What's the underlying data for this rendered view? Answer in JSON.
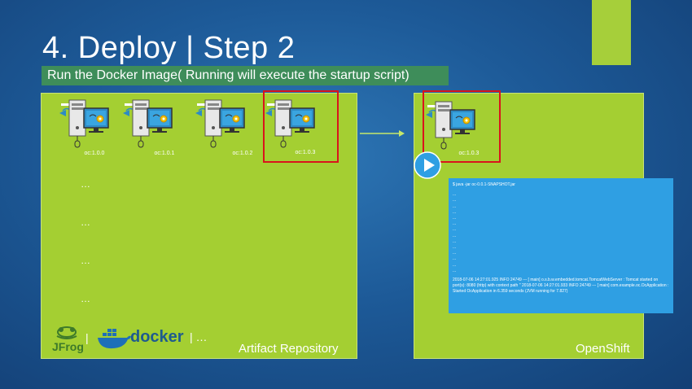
{
  "slide": {
    "title": "4. Deploy | Step 2",
    "subtitle": "Run the Docker Image( Running will execute the startup script)"
  },
  "artifact_repository": {
    "label": "Artifact Repository",
    "servers": [
      {
        "label": "oc:1.0.0",
        "selected": false
      },
      {
        "label": "oc:1.0.1",
        "selected": false
      },
      {
        "label": "oc:1.0.2",
        "selected": false
      },
      {
        "label": "oc:1.0.3",
        "selected": true
      }
    ],
    "ellipsis": [
      "…",
      "…",
      "…",
      "…"
    ],
    "logos": {
      "jfrog_text": "JFrog",
      "docker_text": "docker",
      "separator": "|",
      "more": "| …"
    }
  },
  "openshift": {
    "label": "OpenShift",
    "server": {
      "label": "oc:1.0.3",
      "selected": true
    },
    "console": {
      "command": "$ java -jar oc-0.0.1-SNAPSHOT.jar",
      "log_lines": [
        "...",
        "...",
        "...",
        "...",
        "...",
        "...",
        "...",
        "...",
        "...",
        "...",
        "...",
        "...",
        "...",
        "..."
      ],
      "output": "2018-07-06 14:27:01.925 INFO 24749 --- [          main] o.s.b.w.embedded.tomcat.TomcatWebServer : Tomcat started on port(s): 8080 (http) with context path '' 2018-07-06 14:27:01.933 INFO 24749 --- [          main] com.example.oc.OcApplication            : Started OcApplication in 6.359 seconds (JVM running for 7.827)"
    }
  },
  "colors": {
    "panel_green": "#a4cf32",
    "highlight_red": "#d9141c",
    "console_blue": "#2f9fe3",
    "subtitle_bg": "#3e8d5a",
    "accent": "#a6cf3a"
  }
}
